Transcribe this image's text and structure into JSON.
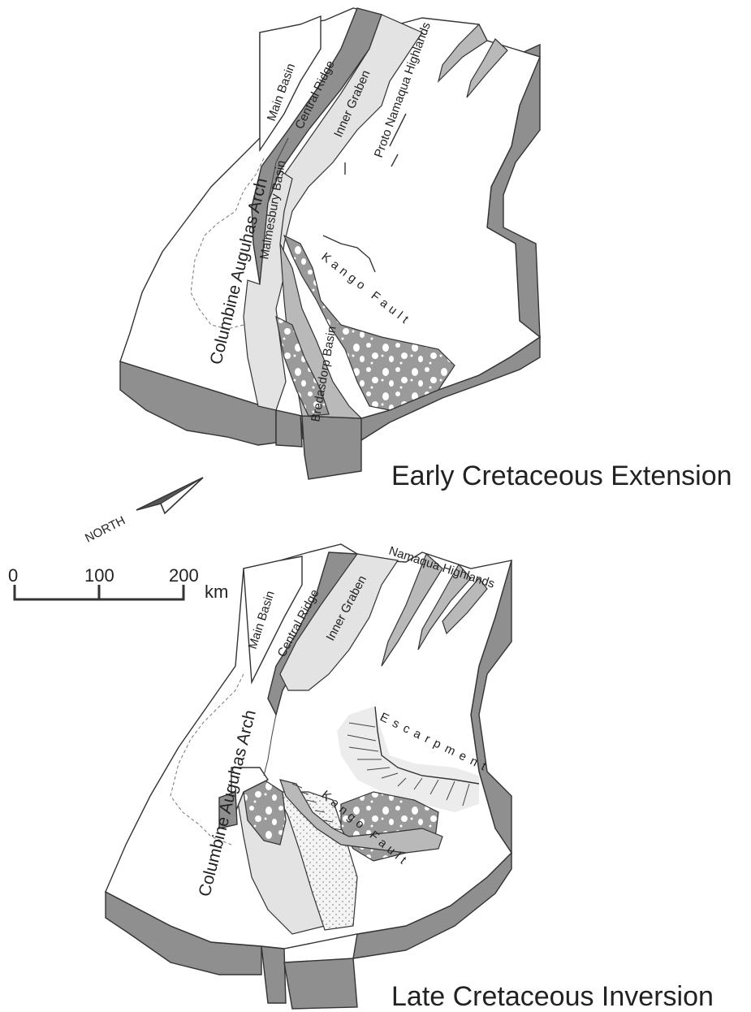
{
  "titles": {
    "top": "Early Cretaceous Extension",
    "bottom": "Late Cretaceous Inversion"
  },
  "north_arrow": {
    "label": "NORTH"
  },
  "scale_bar": {
    "ticks": [
      "0",
      "100",
      "200"
    ],
    "unit": "km"
  },
  "top_block": {
    "labels": {
      "main_basin": "Main Basin",
      "central_ridge": "Central Ridge",
      "inner_graben": "Inner Graben",
      "proto_namaqua": "Proto Namaqua Highlands",
      "malmesbury": "Malmesbury Basin",
      "columbine": "Columbine Auguhas Arch",
      "bredasdorp": "Bredasdorp Basin",
      "kango_fault": "Kango Fault"
    }
  },
  "bottom_block": {
    "labels": {
      "main_basin": "Main Basin",
      "central_ridge": "Central Ridge",
      "inner_graben": "Inner Graben",
      "namaqua": "Namaqua Highlands",
      "escarpment": "Escarpment",
      "columbine": "Columbine Auguhas Arch",
      "kango_fault": "Kango Fault"
    }
  },
  "colors": {
    "dark_grey": "#8f8f8f",
    "mid_grey": "#b9b9b9",
    "light_grey": "#e3e3e3",
    "ink": "#333333"
  }
}
